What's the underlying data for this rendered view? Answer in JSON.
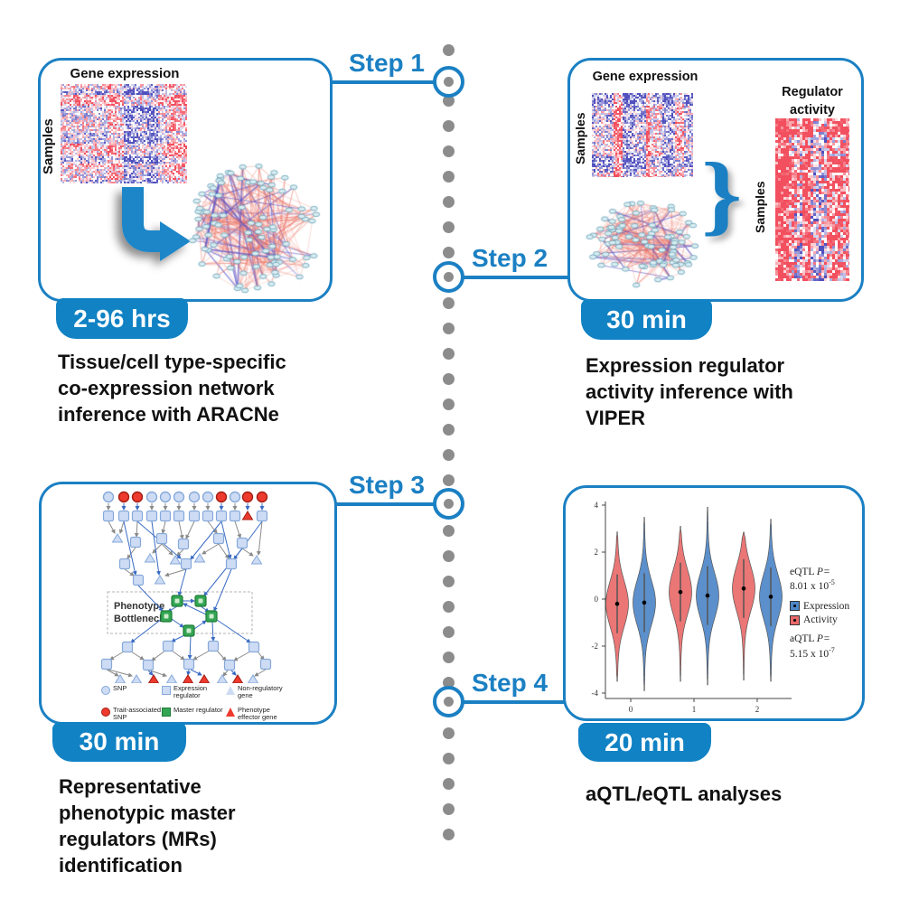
{
  "colors": {
    "accent": "#1b80c3",
    "badge_blue": "#1182c4",
    "timeline_gray": "#8c8c8c",
    "heat_red": "#f2505f",
    "heat_blue": "#5050be",
    "violin_red": "#e96a6a",
    "violin_blue": "#4e87c8",
    "node_blue_fill": "#cddcf4",
    "node_blue_stroke": "#86a9da",
    "node_red": "#ee3a2e",
    "node_green": "#34a554"
  },
  "steps": [
    {
      "label": "Step 1",
      "duration": "2-96 hrs",
      "caption": "Tissue/cell type-specific co-expression network inference with ARACNe"
    },
    {
      "label": "Step 2",
      "duration": "30 min",
      "caption": "Expression regulator activity inference with VIPER"
    },
    {
      "label": "Step 3",
      "duration": "30 min",
      "caption": "Representative phenotypic master regulators (MRs) identification"
    },
    {
      "label": "Step 4",
      "duration": "20 min",
      "caption": "aQTL/eQTL analyses"
    }
  ],
  "panel1": {
    "heatmap_title": "Gene expression",
    "samples_label": "Samples"
  },
  "panel2": {
    "heatmap_title": "Gene expression",
    "samples_label": "Samples",
    "brace_symbol": "}",
    "output_title": "Regulator activity",
    "output_samples_label": "Samples"
  },
  "panel3": {
    "bottleneck_line1": "Phenotype",
    "bottleneck_line2": "Bottleneck",
    "legend": [
      {
        "icon": "snp-circle",
        "color": "blue",
        "label": "SNP"
      },
      {
        "icon": "expression-regulator-square",
        "color": "blue",
        "label": "Expression regulator"
      },
      {
        "icon": "non-regulatory-gene-triangle",
        "color": "blue",
        "label": "Non-regulatory gene"
      },
      {
        "icon": "trait-associated-snp-circle",
        "color": "red",
        "label": "Trait-associated SNP"
      },
      {
        "icon": "master-regulator-square",
        "color": "green",
        "label": "Master regulator"
      },
      {
        "icon": "phenotype-effector-gene-triangle",
        "color": "red",
        "label": "Phenotype effector gene"
      }
    ]
  },
  "chart_data": {
    "type": "violin",
    "x_categories": [
      "0",
      "1",
      "2"
    ],
    "ylim": [
      -4,
      4
    ],
    "yticks": [
      -4,
      -2,
      0,
      2,
      4
    ],
    "series": [
      {
        "name": "Activity",
        "color": "#e96a6a",
        "offset": -15,
        "medians": [
          -0.2,
          0.3,
          0.45
        ],
        "max": [
          2.9,
          3.1,
          2.9
        ],
        "min": [
          -3.5,
          -3.5,
          -3.45
        ]
      },
      {
        "name": "Expression",
        "color": "#4e87c8",
        "offset": 15,
        "medians": [
          -0.15,
          0.15,
          0.1
        ],
        "max": [
          3.5,
          3.95,
          3.4
        ],
        "min": [
          -3.9,
          -3.65,
          -3.5
        ]
      }
    ],
    "legend": [
      {
        "label": "Expression",
        "color": "#4e87c8"
      },
      {
        "label": "Activity",
        "color": "#e96a6a"
      }
    ],
    "annotations": [
      {
        "label": "eQTL ",
        "p": "P=",
        "value": "8.01 x 10",
        "exponent": "-5"
      },
      {
        "label": "aQTL ",
        "p": "P=",
        "value": "5.15 x 10",
        "exponent": "-7"
      }
    ]
  }
}
